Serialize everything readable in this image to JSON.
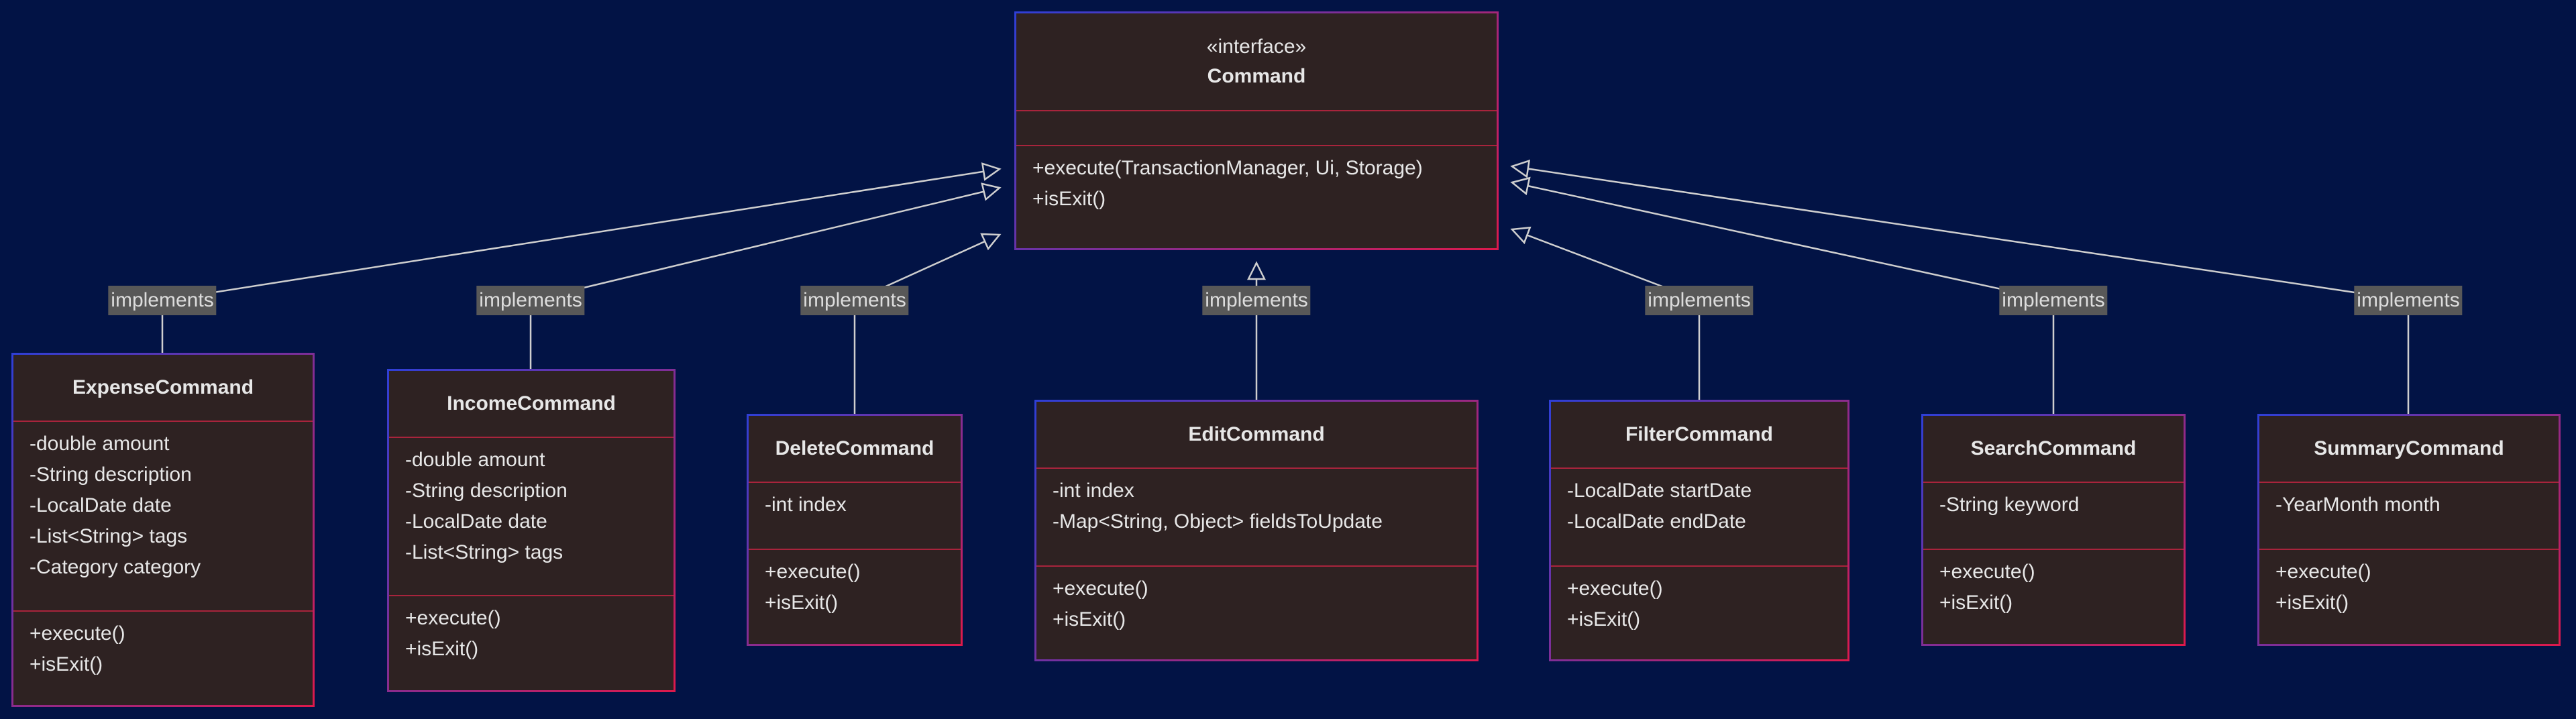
{
  "interface": {
    "stereotype": "«interface»",
    "name": "Command",
    "fields": [],
    "methods": [
      "+execute(TransactionManager, Ui, Storage)",
      "+isExit()"
    ]
  },
  "relation_label": "implements",
  "classes": [
    {
      "name": "ExpenseCommand",
      "fields": [
        "-double amount",
        "-String description",
        "-LocalDate date",
        "-List<String> tags",
        "-Category category"
      ],
      "methods": [
        "+execute()",
        "+isExit()"
      ]
    },
    {
      "name": "IncomeCommand",
      "fields": [
        "-double amount",
        "-String description",
        "-LocalDate date",
        "-List<String> tags"
      ],
      "methods": [
        "+execute()",
        "+isExit()"
      ]
    },
    {
      "name": "DeleteCommand",
      "fields": [
        "-int index"
      ],
      "methods": [
        "+execute()",
        "+isExit()"
      ]
    },
    {
      "name": "EditCommand",
      "fields": [
        "-int index",
        "-Map<String, Object> fieldsToUpdate"
      ],
      "methods": [
        "+execute()",
        "+isExit()"
      ]
    },
    {
      "name": "FilterCommand",
      "fields": [
        "-LocalDate startDate",
        "-LocalDate endDate"
      ],
      "methods": [
        "+execute()",
        "+isExit()"
      ]
    },
    {
      "name": "SearchCommand",
      "fields": [
        "-String keyword"
      ],
      "methods": [
        "+execute()",
        "+isExit()"
      ]
    },
    {
      "name": "SummaryCommand",
      "fields": [
        "-YearMonth month"
      ],
      "methods": [
        "+execute()",
        "+isExit()"
      ]
    }
  ],
  "colors": {
    "background": "#021345",
    "box_fill": "#2e2222",
    "border_start": "#2f3fd6",
    "border_end": "#dc1a4c",
    "divider": "#a8243c",
    "line": "#cfcfcf",
    "label_bg": "#585858"
  }
}
